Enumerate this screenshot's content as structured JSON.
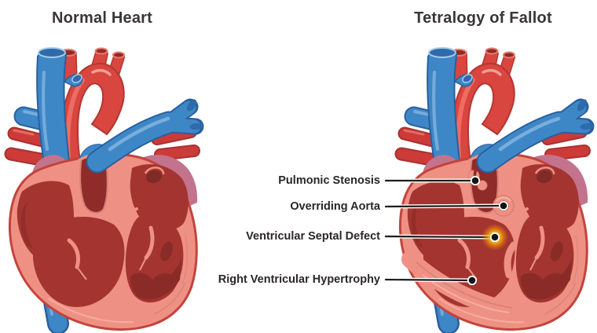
{
  "titles": {
    "left": "Normal Heart",
    "right": "Tetralogy of Fallot"
  },
  "labels": [
    {
      "text": "Pulmonic Stenosis"
    },
    {
      "text": "Overriding Aorta"
    },
    {
      "text": "Ventricular Septal Defect"
    },
    {
      "text": "Right Ventricular Hypertrophy"
    }
  ],
  "colors": {
    "artery_red": "#d9453f",
    "artery_red_dark": "#b23832",
    "vein_blue": "#3e87c7",
    "vein_blue_dark": "#2a5f9e",
    "heart_wall_salmon": "#ee9184",
    "chamber_dark_red": "#a33430",
    "trabeculae_maroon": "#8b2b27",
    "atrium_purple": "#c4738c",
    "atrium_purple_dark": "#b0487a",
    "vsd_glow_yellow": "#ffc81e",
    "callout_line": "#1e1e1e",
    "title_text": "#3a3537",
    "label_text": "#2b2628"
  }
}
